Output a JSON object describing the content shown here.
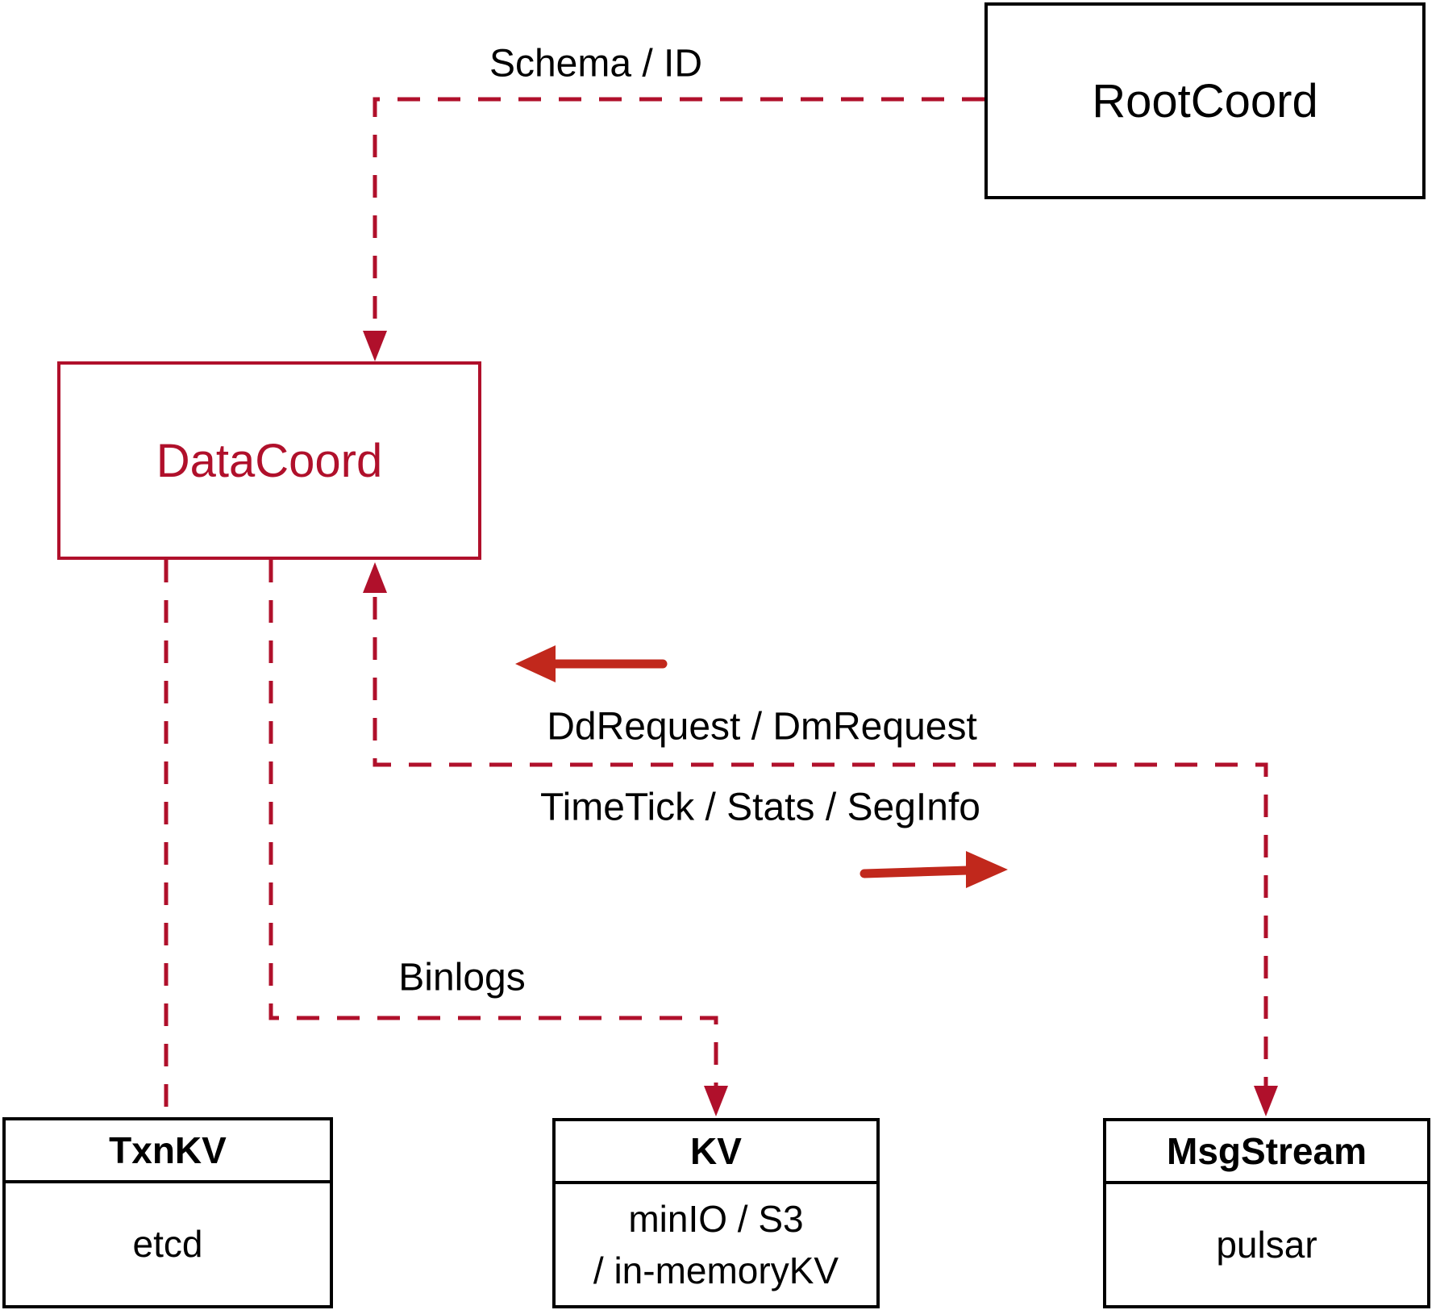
{
  "colors": {
    "dashed_line": "#B0102B",
    "datacoord_accent": "#B0102B",
    "solid_arrow": "#C1281C",
    "box_border": "#000000",
    "text": "#000000",
    "background": "#FFFFFF"
  },
  "diagram": {
    "nodes": {
      "rootcoord": {
        "label": "RootCoord"
      },
      "datacoord": {
        "label": "DataCoord"
      },
      "txnkv": {
        "title": "TxnKV",
        "body": "etcd"
      },
      "kv": {
        "title": "KV",
        "body_line1": "minIO / S3",
        "body_line2": "/ in-memoryKV"
      },
      "msgstream": {
        "title": "MsgStream",
        "body": "pulsar"
      }
    },
    "edge_labels": {
      "schema_id": "Schema / ID",
      "dd_dm_request": "DdRequest / DmRequest",
      "timetick_stats_seginfo": "TimeTick / Stats / SegInfo",
      "binlogs": "Binlogs"
    }
  }
}
